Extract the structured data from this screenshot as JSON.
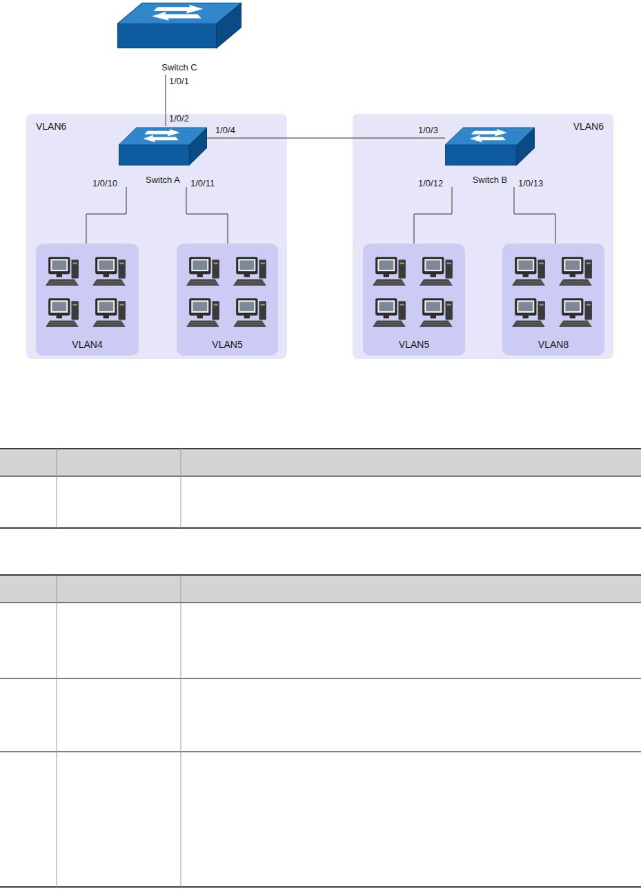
{
  "diagram": {
    "nodes": [
      {
        "text": [
          "Switch C"
        ]
      },
      {
        "text": [
          "VLAN6"
        ]
      },
      {
        "text": [
          "Switch A"
        ],
        "in": 1
      },
      {
        "text": [
          "VLAN4"
        ],
        "in": 1
      },
      {
        "text": [
          "VLAN5"
        ],
        "in": 1
      },
      {
        "text": [
          "VLAN6"
        ]
      },
      {
        "text": [
          "Switch B"
        ],
        "in": 5
      },
      {
        "text": [
          "VLAN5"
        ],
        "in": 5
      },
      {
        "text": [
          "VLAN8"
        ],
        "in": 5
      }
    ],
    "edges": [
      {
        "from": 0,
        "to": 2,
        "arrow": "none"
      },
      {
        "from": 2,
        "to": 6,
        "arrow": "none"
      },
      {
        "from": 2,
        "to": 3,
        "arrow": "none"
      },
      {
        "from": 2,
        "to": 4,
        "arrow": "none"
      },
      {
        "from": 6,
        "to": 7,
        "arrow": "none"
      },
      {
        "from": 6,
        "to": 8,
        "arrow": "none"
      }
    ],
    "labels": [
      "1/0/1",
      "1/0/2",
      "1/0/4",
      "1/0/3",
      "1/0/10",
      "1/0/11",
      "1/0/12",
      "1/0/13"
    ]
  }
}
